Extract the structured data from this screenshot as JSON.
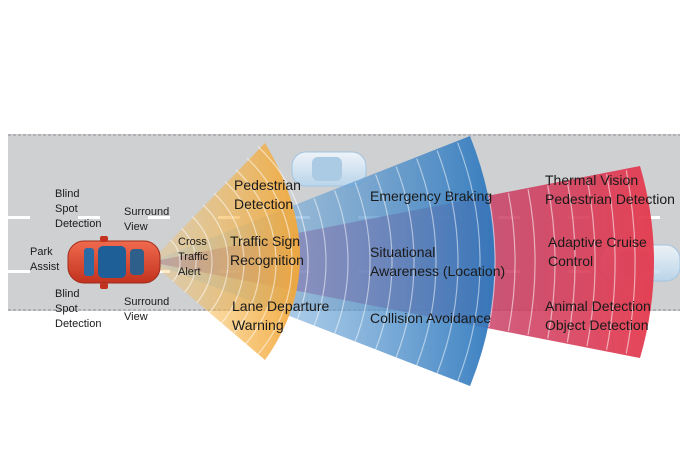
{
  "labels": {
    "blind_spot_top": [
      "Blind",
      "Spot",
      "Detection"
    ],
    "blind_spot_bottom": [
      "Blind",
      "Spot",
      "Detection"
    ],
    "surround_view_top": [
      "Surround",
      "View"
    ],
    "surround_view_bottom": [
      "Surround",
      "View"
    ],
    "park_assist": [
      "Park",
      "Assist"
    ],
    "cross_traffic_alert": [
      "Cross",
      "Traffic",
      "Alert"
    ],
    "pedestrian_detection": [
      "Pedestrian",
      "Detection"
    ],
    "traffic_sign_recognition": [
      "Traffic Sign",
      "Recognition"
    ],
    "lane_departure_warning": [
      "Lane Departure",
      "Warning"
    ],
    "emergency_braking": [
      "Emergency Braking"
    ],
    "situational_awareness": [
      "Situational",
      "Awareness (Location)"
    ],
    "collision_avoidance": [
      "Collision Avoidance"
    ],
    "thermal_vision": [
      "Thermal Vision",
      "Pedestrian Detection"
    ],
    "adaptive_cruise_control": [
      "Adaptive Cruise",
      "Control"
    ],
    "animal_detection": [
      "Animal Detection",
      "Object Detection"
    ]
  },
  "colors": {
    "road": "#cfd0d2",
    "road_edge": "#b0b1b4",
    "lane_marking": "#ffffff",
    "short_range_sensor": "#f2a83a",
    "mid_range_sensor": "#3d86c6",
    "long_range_sensor": "#e23b4e",
    "host_car": "#d9422b",
    "other_car": "#bcd9ee"
  }
}
